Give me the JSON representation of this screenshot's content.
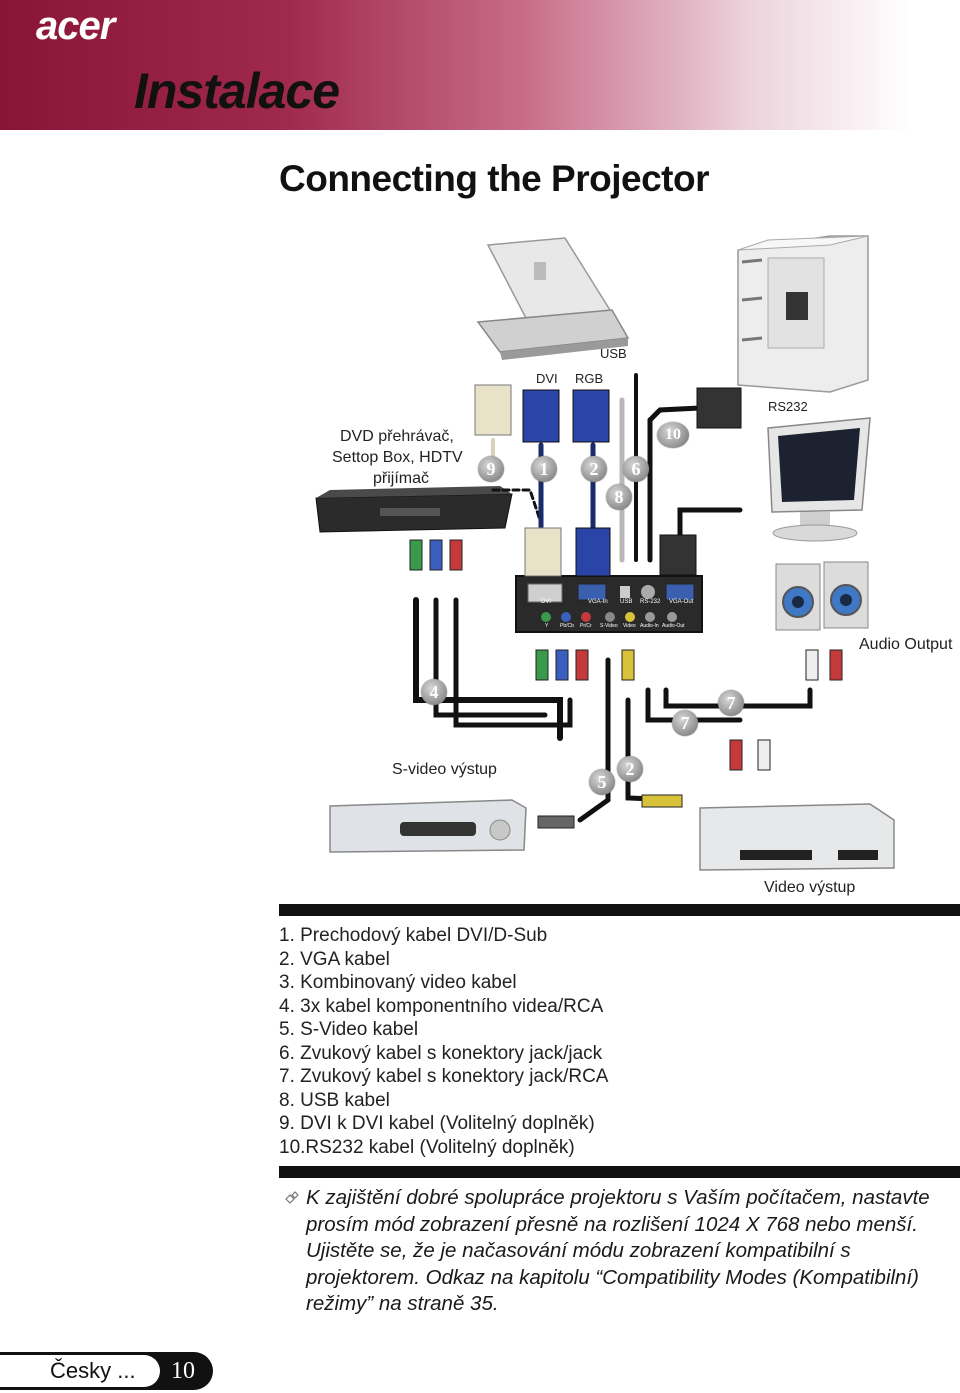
{
  "header": {
    "brand": "acer",
    "section_title": "Instalace",
    "colors": {
      "banner": "#8a1436",
      "accent": "#b5b5b5"
    }
  },
  "page_heading": "Connecting the Projector",
  "diagram": {
    "labels": {
      "dvd_player": [
        "DVD přehrávač,",
        "Settop Box, HDTV",
        "přijímač"
      ],
      "dvi": "DVI",
      "rgb": "RGB",
      "usb": "USB",
      "rs232": "RS232",
      "audio_output": "Audio Output",
      "s_video_output": "S-video výstup",
      "video_output": "Video výstup"
    },
    "port_labels": [
      "DVI",
      "VGA-In",
      "USB",
      "RS-232",
      "VGA-Out",
      "Y",
      "Pb/Cb",
      "Pr/Cr",
      "S-Video",
      "Video",
      "Audio-In",
      "Audio-Out"
    ],
    "callouts": [
      "9",
      "1",
      "2",
      "6",
      "8",
      "10",
      "4",
      "7",
      "7",
      "5",
      "2"
    ]
  },
  "cable_list": [
    "1.  Prechodový kabel DVI/D-Sub",
    "2.  VGA kabel",
    "3.  Kombinovaný video kabel",
    "4.  3x kabel komponentního videa/RCA",
    "5.  S-Video kabel",
    "6.  Zvukový kabel s konektory jack/jack",
    "7.  Zvukový kabel s konektory jack/RCA",
    "8.  USB kabel",
    "9.  DVI k DVI kabel (Volitelný doplněk)",
    "10.RS232 kabel (Volitelný doplněk)"
  ],
  "note": "K zajištění dobré spolupráce projektoru s Vaším počítačem, nastavte prosím mód zobrazení přesně na rozlišení 1024 X 768 nebo menší. Ujistěte se, že je načasování módu zobrazení kompatibilní s projektorem. Odkaz na kapitolu “Compatibility Modes (Kompatibilní) režimy” na straně 35.",
  "footer": {
    "language": "Česky ...",
    "page_number": "10"
  }
}
